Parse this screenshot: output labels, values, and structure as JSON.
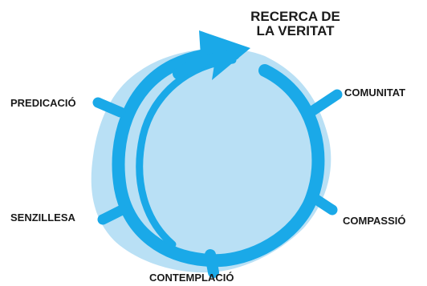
{
  "diagram": {
    "title_line1": "RECERCA DE",
    "title_line2": "LA VERITAT",
    "labels": {
      "comunitat": "COMUNITAT",
      "compassio": "COMPASSIÓ",
      "contemplacio": "CONTEMPLACIÓ",
      "senzillesa": "SENZILLESA",
      "predicacio": "PREDICACIÓ"
    }
  },
  "colors": {
    "ring": "#1aa9e8",
    "blob": "#b9e0f5",
    "text": "#1a1a1a"
  }
}
